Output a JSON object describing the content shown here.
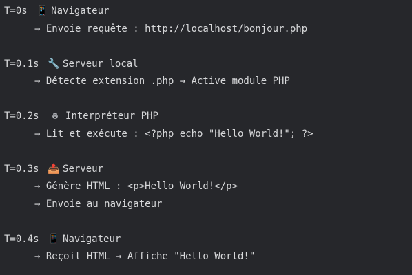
{
  "steps": [
    {
      "time": "T=0s",
      "icon": "mobile-phone-icon",
      "glyph": "📱",
      "actor": "Navigateur",
      "lines": [
        "→ Envoie requête : http://localhost/bonjour.php"
      ]
    },
    {
      "time": "T=0.1s",
      "icon": "wrench-icon",
      "glyph": "🔧",
      "actor": "Serveur local",
      "lines": [
        "→ Détecte extension .php → Active module PHP"
      ]
    },
    {
      "time": "T=0.2s",
      "icon": "gear-icon",
      "glyph": "⚙",
      "actor": "Interpréteur PHP",
      "lines": [
        "→ Lit et exécute : <?php echo \"Hello World!\"; ?>"
      ]
    },
    {
      "time": "T=0.3s",
      "icon": "outbox-icon",
      "glyph": "📤",
      "actor": "Serveur",
      "lines": [
        "→ Génère HTML : <p>Hello World!</p>",
        "→ Envoie au navigateur"
      ]
    },
    {
      "time": "T=0.4s",
      "icon": "mobile-phone-icon",
      "glyph": "📱",
      "actor": "Navigateur",
      "lines": [
        "→ Reçoit HTML → Affiche \"Hello World!\""
      ]
    }
  ]
}
